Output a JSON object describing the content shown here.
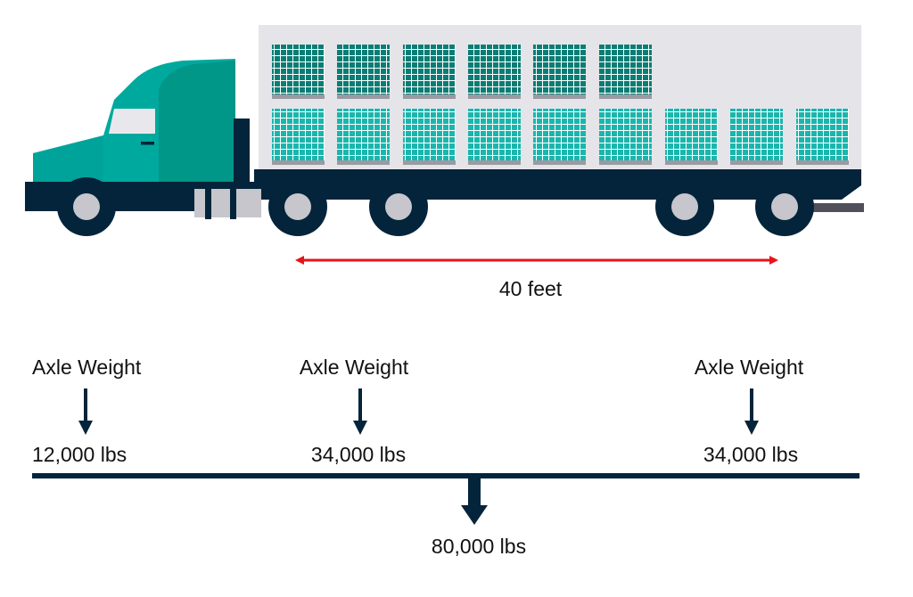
{
  "truck": {
    "cab_color": "#00a99d",
    "cab_shade_color": "#009688",
    "chassis_color": "#03243a",
    "trailer_color": "#e5e5e9",
    "panel_dark_color": "#0a7d74",
    "panel_light_color": "#1ab6ad",
    "wheel_hub_color": "#c6c6cc"
  },
  "dimension": {
    "label": "40 feet",
    "arrow_color": "#e8141b"
  },
  "axles": [
    {
      "heading": "Axle Weight",
      "weight": "12,000 lbs"
    },
    {
      "heading": "Axle Weight",
      "weight": "34,000 lbs"
    },
    {
      "heading": "Axle Weight",
      "weight": "34,000 lbs"
    }
  ],
  "total": {
    "weight": "80,000 lbs"
  }
}
